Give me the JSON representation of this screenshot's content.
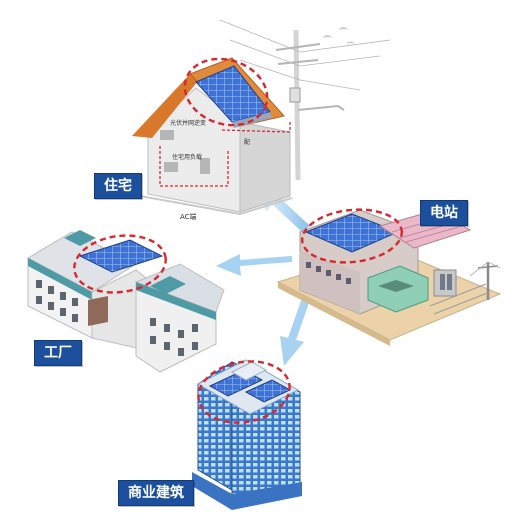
{
  "labels": {
    "residence": "住宅",
    "power_station": "电站",
    "factory": "工厂",
    "commercial": "商业建筑"
  },
  "house_annotations": {
    "inverter": "光伏并网逆变",
    "load": "住宅用负载",
    "distribution": "配",
    "ac_end": "AC端"
  },
  "colors": {
    "label_bg": "#1c4f9c",
    "highlight_dash": "#d9272e",
    "arrow": "#b7dcf4",
    "panel": "#3c6fd0",
    "roof": "#d9772a"
  }
}
